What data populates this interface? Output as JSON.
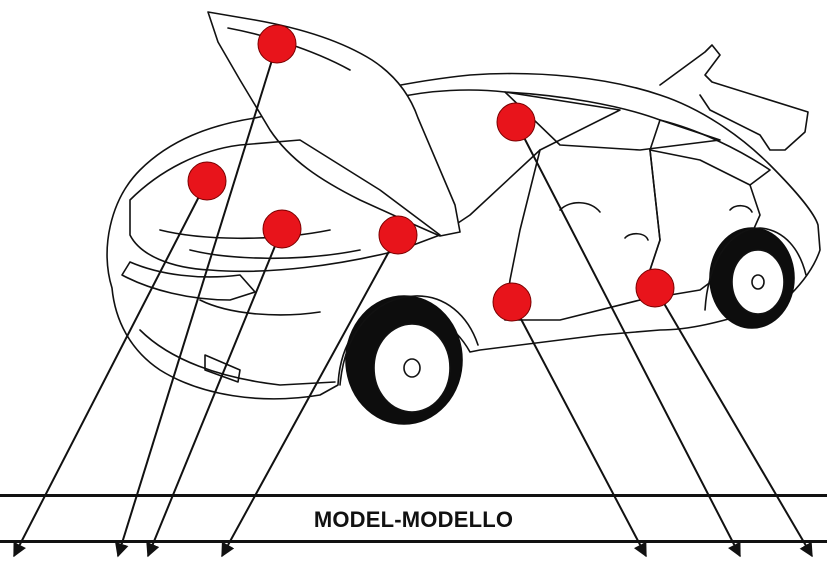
{
  "label": "MODEL-MODELLO",
  "colors": {
    "marker": "#e8141b",
    "marker_stroke": "#7a0000",
    "line": "#111111",
    "wheel": "#0d0d0d"
  },
  "icons": [
    "car-illustration",
    "location-marker",
    "leader-arrow"
  ]
}
